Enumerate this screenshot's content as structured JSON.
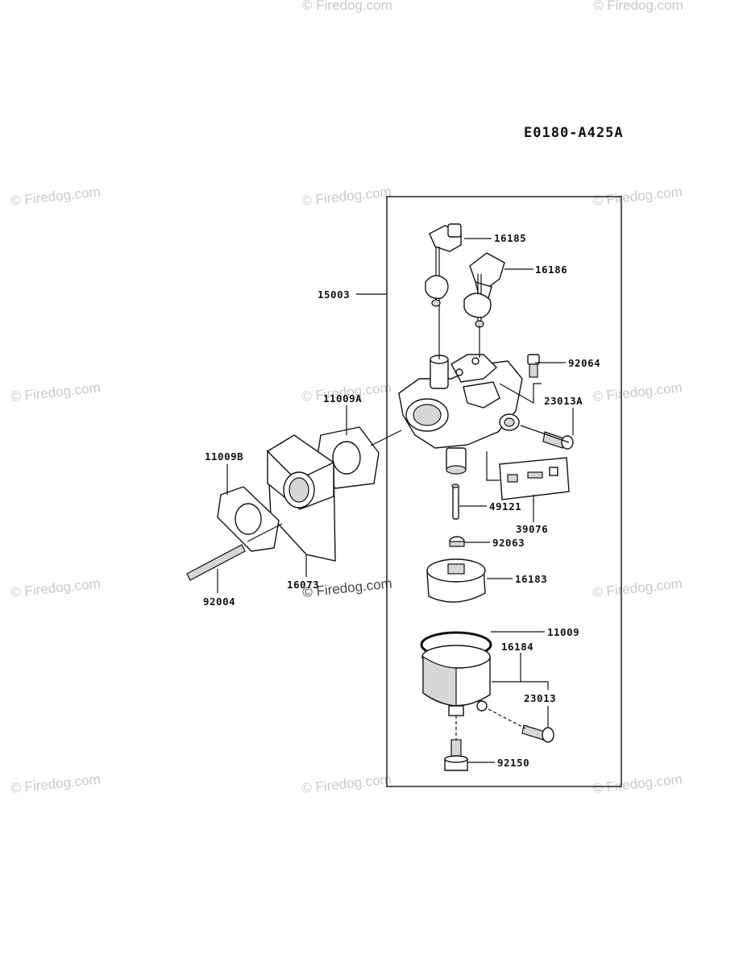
{
  "diagram_code": "E0180-A425A",
  "watermark_text": "© Firedog.com",
  "parts": [
    {
      "id": "p15003",
      "number": "15003"
    },
    {
      "id": "p16185",
      "number": "16185"
    },
    {
      "id": "p16186",
      "number": "16186"
    },
    {
      "id": "p92064",
      "number": "92064"
    },
    {
      "id": "p11009A",
      "number": "11009A"
    },
    {
      "id": "p23013A",
      "number": "23013A"
    },
    {
      "id": "p11009B",
      "number": "11009B"
    },
    {
      "id": "p49121",
      "number": "49121"
    },
    {
      "id": "p39076",
      "number": "39076"
    },
    {
      "id": "p92063",
      "number": "92063"
    },
    {
      "id": "p16183",
      "number": "16183"
    },
    {
      "id": "p92004",
      "number": "92004"
    },
    {
      "id": "p16073",
      "number": "16073"
    },
    {
      "id": "p11009",
      "number": "11009"
    },
    {
      "id": "p16184",
      "number": "16184"
    },
    {
      "id": "p23013",
      "number": "23013"
    },
    {
      "id": "p92150",
      "number": "92150"
    }
  ]
}
